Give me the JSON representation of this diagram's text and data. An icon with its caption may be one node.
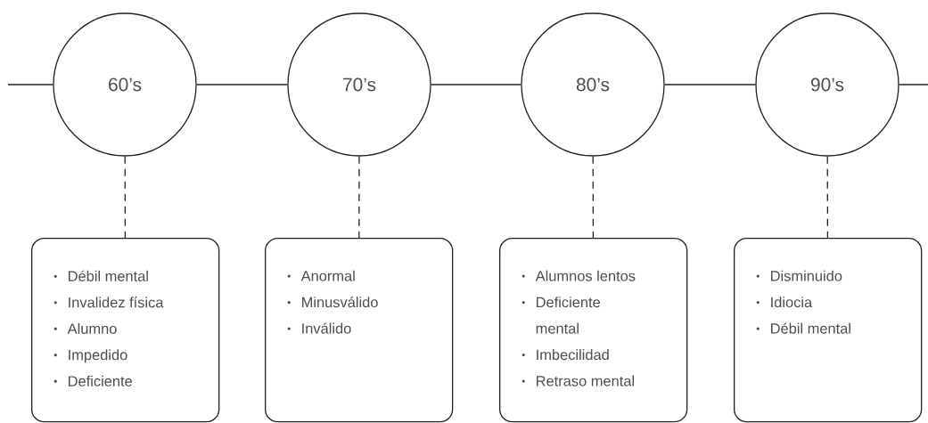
{
  "diagram": {
    "nodes": [
      {
        "text": [
          "60’s"
        ]
      },
      {
        "text": [
          "70’s"
        ]
      },
      {
        "text": [
          "80’s"
        ]
      },
      {
        "text": [
          "90’s"
        ]
      },
      {
        "text": [
          "Débil mental",
          "Invalidez física",
          "Alumno",
          "Impedido",
          "Deficiente"
        ]
      },
      {
        "text": [
          "Anormal",
          "Minusválido",
          "Inválido"
        ]
      },
      {
        "text": [
          "Alumnos lentos",
          "Deficiente mental",
          "Imbecilidad",
          "Retraso mental"
        ]
      },
      {
        "text": [
          "Disminuido",
          "Idiocia",
          "Débil mental"
        ]
      }
    ],
    "edges": [
      {
        "from": null,
        "to": 0,
        "arrow": "none"
      },
      {
        "from": 0,
        "to": 1,
        "arrow": "none"
      },
      {
        "from": 1,
        "to": 2,
        "arrow": "none"
      },
      {
        "from": 2,
        "to": 3,
        "arrow": "none"
      },
      {
        "from": 3,
        "to": null,
        "arrow": "none"
      },
      {
        "from": 0,
        "to": 4,
        "arrow": "none",
        "style": "dashed"
      },
      {
        "from": 1,
        "to": 5,
        "arrow": "none",
        "style": "dashed"
      },
      {
        "from": 2,
        "to": 6,
        "arrow": "none",
        "style": "dashed"
      },
      {
        "from": 3,
        "to": 7,
        "arrow": "none",
        "style": "dashed"
      }
    ]
  }
}
